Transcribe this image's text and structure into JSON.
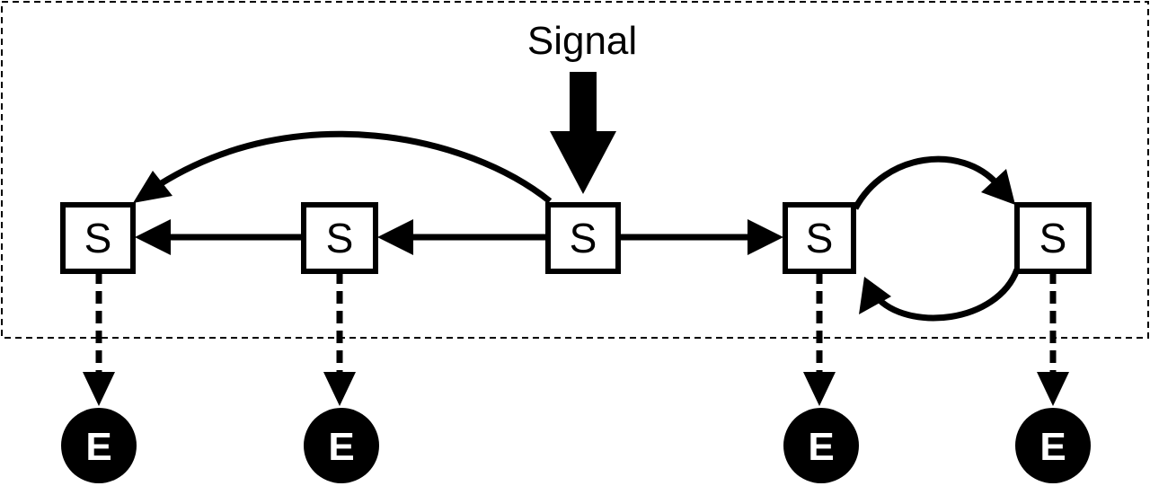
{
  "signal": {
    "label": "Signal"
  },
  "nodes": [
    {
      "id": "s1",
      "label": "S"
    },
    {
      "id": "s2",
      "label": "S"
    },
    {
      "id": "s3",
      "label": "S"
    },
    {
      "id": "s4",
      "label": "S"
    },
    {
      "id": "s5",
      "label": "S"
    }
  ],
  "effectors": [
    {
      "id": "e1",
      "label": "E"
    },
    {
      "id": "e2",
      "label": "E"
    },
    {
      "id": "e3",
      "label": "E"
    },
    {
      "id": "e4",
      "label": "E"
    }
  ],
  "colors": {
    "stroke": "#000000",
    "background": "#ffffff",
    "effector_fill": "#000000",
    "effector_text": "#ffffff"
  }
}
